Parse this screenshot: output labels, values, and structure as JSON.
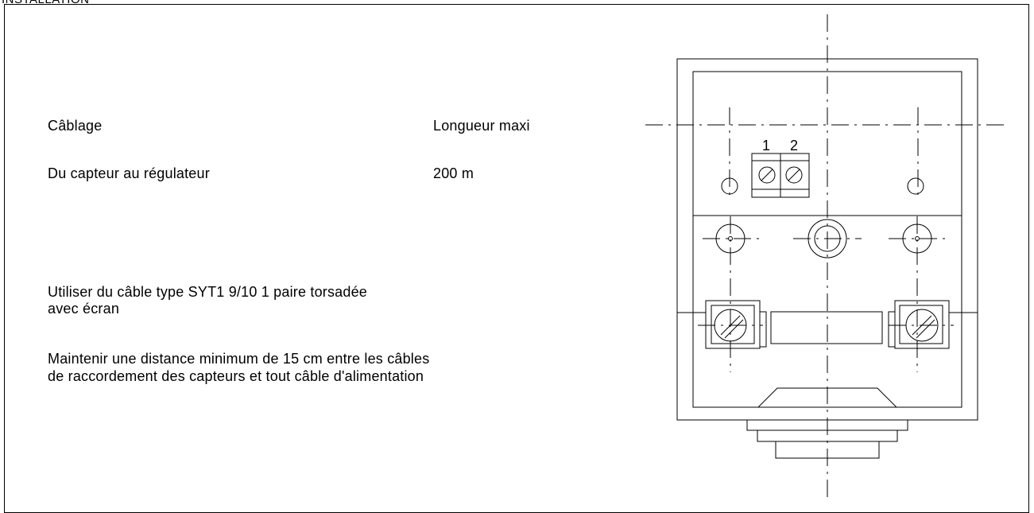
{
  "header": {
    "section_title": "INSTALLATION"
  },
  "wiring_table": {
    "col_cabling": "Câblage",
    "col_max_length": "Longueur maxi",
    "row_connection": "Du capteur  au régulateur",
    "row_length": "200 m"
  },
  "notes": {
    "cable_line1": "Utiliser du câble type SYT1 9/10 1 paire torsadée",
    "cable_line2": "avec écran",
    "distance_line1": "Maintenir une distance minimum de 15 cm entre les câbles",
    "distance_line2": "de raccordement des capteurs et tout câble d'alimentation"
  },
  "diagram": {
    "terminal_1": "1",
    "terminal_2": "2"
  }
}
